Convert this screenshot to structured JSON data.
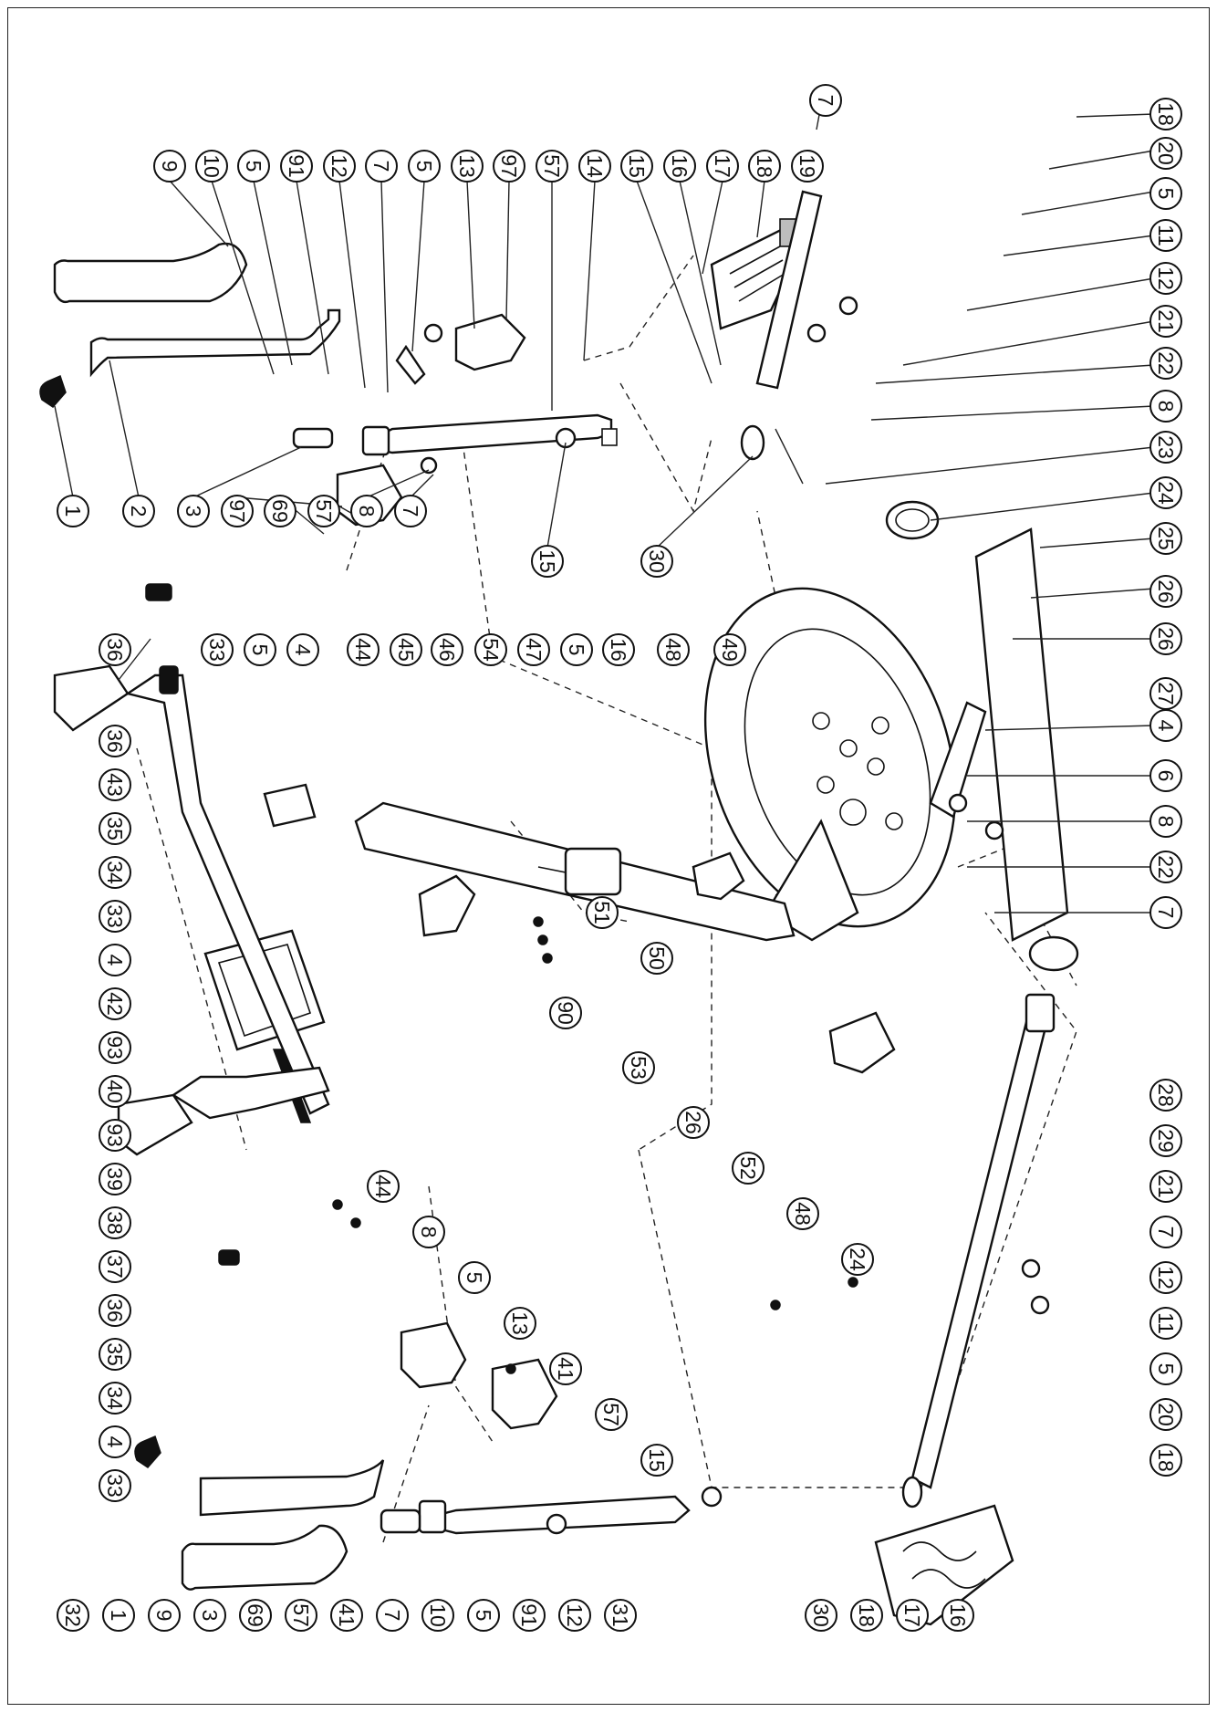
{
  "diagram": {
    "type": "exploded-parts-diagram",
    "orientation": "rotated-90-ccw",
    "callouts": [
      {
        "id": "c-r1-1",
        "label": "1"
      },
      {
        "id": "c-r1-2",
        "label": "2"
      },
      {
        "id": "c-r1-3",
        "label": "3"
      },
      {
        "id": "c-r1-4",
        "label": "97"
      },
      {
        "id": "c-r1-5",
        "label": "69"
      },
      {
        "id": "c-r1-6",
        "label": "57"
      },
      {
        "id": "c-r1-7",
        "label": "8"
      },
      {
        "id": "c-r1-8",
        "label": "7"
      },
      {
        "id": "c-t1-1",
        "label": "9"
      },
      {
        "id": "c-t1-2",
        "label": "10"
      },
      {
        "id": "c-t1-3",
        "label": "5"
      },
      {
        "id": "c-t1-4",
        "label": "91"
      },
      {
        "id": "c-t1-5",
        "label": "12"
      },
      {
        "id": "c-t1-6",
        "label": "7"
      },
      {
        "id": "c-t1-7",
        "label": "5"
      },
      {
        "id": "c-t1-8",
        "label": "13"
      },
      {
        "id": "c-t1-9",
        "label": "97"
      },
      {
        "id": "c-t1-10",
        "label": "57"
      },
      {
        "id": "c-t1-11",
        "label": "14"
      },
      {
        "id": "c-t1-12",
        "label": "15"
      },
      {
        "id": "c-t1-13",
        "label": "16"
      },
      {
        "id": "c-t1-14",
        "label": "17"
      },
      {
        "id": "c-t1-15",
        "label": "18"
      },
      {
        "id": "c-t1-16",
        "label": "19"
      },
      {
        "id": "c-t2-1",
        "label": "7"
      },
      {
        "id": "c-t2-2",
        "label": "18"
      },
      {
        "id": "c-t2-3",
        "label": "20"
      },
      {
        "id": "c-t2-4",
        "label": "5"
      },
      {
        "id": "c-t2-5",
        "label": "11"
      },
      {
        "id": "c-t2-6",
        "label": "12"
      },
      {
        "id": "c-t2-7",
        "label": "21"
      },
      {
        "id": "c-t2-8",
        "label": "22"
      },
      {
        "id": "c-t2-9",
        "label": "8"
      },
      {
        "id": "c-t2-10",
        "label": "23"
      },
      {
        "id": "c-t2-11",
        "label": "24"
      },
      {
        "id": "c-t2-12",
        "label": "25"
      },
      {
        "id": "c-t2-13",
        "label": "26"
      },
      {
        "id": "c-t2-14",
        "label": "26"
      },
      {
        "id": "c-t2-15",
        "label": "27"
      },
      {
        "id": "c-t2-16",
        "label": "4"
      },
      {
        "id": "c-t2-17",
        "label": "6"
      },
      {
        "id": "c-t2-18",
        "label": "8"
      },
      {
        "id": "c-t2-19",
        "label": "22"
      },
      {
        "id": "c-t2-20",
        "label": "7"
      },
      {
        "id": "c-m1-1",
        "label": "15"
      },
      {
        "id": "c-m1-2",
        "label": "30"
      },
      {
        "id": "c-m2-1",
        "label": "36"
      },
      {
        "id": "c-m2-2",
        "label": "33"
      },
      {
        "id": "c-m2-3",
        "label": "5"
      },
      {
        "id": "c-m2-4",
        "label": "4"
      },
      {
        "id": "c-m2-5",
        "label": "44"
      },
      {
        "id": "c-m2-6",
        "label": "45"
      },
      {
        "id": "c-m2-7",
        "label": "46"
      },
      {
        "id": "c-m2-8",
        "label": "54"
      },
      {
        "id": "c-m2-9",
        "label": "47"
      },
      {
        "id": "c-m2-10",
        "label": "5"
      },
      {
        "id": "c-m2-11",
        "label": "16"
      },
      {
        "id": "c-m2-12",
        "label": "48"
      },
      {
        "id": "c-m2-13",
        "label": "49"
      },
      {
        "id": "c-m3-1",
        "label": "36"
      },
      {
        "id": "c-m3-2",
        "label": "43"
      },
      {
        "id": "c-m3-3",
        "label": "35"
      },
      {
        "id": "c-m3-4",
        "label": "34"
      },
      {
        "id": "c-m3-5",
        "label": "33"
      },
      {
        "id": "c-m3-6",
        "label": "4"
      },
      {
        "id": "c-m3-7",
        "label": "42"
      },
      {
        "id": "c-m3-8",
        "label": "93"
      },
      {
        "id": "c-m3-9",
        "label": "40"
      },
      {
        "id": "c-m3-10",
        "label": "93"
      },
      {
        "id": "c-m3-11",
        "label": "39"
      },
      {
        "id": "c-m3-12",
        "label": "38"
      },
      {
        "id": "c-m3-13",
        "label": "37"
      },
      {
        "id": "c-m3-14",
        "label": "36"
      },
      {
        "id": "c-m3-15",
        "label": "35"
      },
      {
        "id": "c-m3-16",
        "label": "34"
      },
      {
        "id": "c-m3-17",
        "label": "4"
      },
      {
        "id": "c-m3-18",
        "label": "33"
      },
      {
        "id": "c-m4-1",
        "label": "51"
      },
      {
        "id": "c-m4-2",
        "label": "50"
      },
      {
        "id": "c-m4-3",
        "label": "90"
      },
      {
        "id": "c-m4-4",
        "label": "53"
      },
      {
        "id": "c-m4-5",
        "label": "26"
      },
      {
        "id": "c-m4-6",
        "label": "52"
      },
      {
        "id": "c-m4-7",
        "label": "48"
      },
      {
        "id": "c-m4-8",
        "label": "24"
      },
      {
        "id": "c-m5-1",
        "label": "44"
      },
      {
        "id": "c-m5-2",
        "label": "8"
      },
      {
        "id": "c-m5-3",
        "label": "5"
      },
      {
        "id": "c-m5-4",
        "label": "13"
      },
      {
        "id": "c-m5-5",
        "label": "41"
      },
      {
        "id": "c-m5-6",
        "label": "57"
      },
      {
        "id": "c-m5-7",
        "label": "15"
      },
      {
        "id": "c-b1-1",
        "label": "28"
      },
      {
        "id": "c-b1-2",
        "label": "29"
      },
      {
        "id": "c-b1-3",
        "label": "21"
      },
      {
        "id": "c-b1-4",
        "label": "7"
      },
      {
        "id": "c-b1-5",
        "label": "12"
      },
      {
        "id": "c-b1-6",
        "label": "11"
      },
      {
        "id": "c-b1-7",
        "label": "5"
      },
      {
        "id": "c-b1-8",
        "label": "20"
      },
      {
        "id": "c-b1-9",
        "label": "18"
      },
      {
        "id": "c-b2-1",
        "label": "32"
      },
      {
        "id": "c-b2-2",
        "label": "1"
      },
      {
        "id": "c-b2-3",
        "label": "9"
      },
      {
        "id": "c-b2-4",
        "label": "3"
      },
      {
        "id": "c-b2-5",
        "label": "69"
      },
      {
        "id": "c-b2-6",
        "label": "57"
      },
      {
        "id": "c-b2-7",
        "label": "41"
      },
      {
        "id": "c-b2-8",
        "label": "7"
      },
      {
        "id": "c-b2-9",
        "label": "10"
      },
      {
        "id": "c-b2-10",
        "label": "5"
      },
      {
        "id": "c-b2-11",
        "label": "91"
      },
      {
        "id": "c-b2-12",
        "label": "12"
      },
      {
        "id": "c-b2-13",
        "label": "31"
      },
      {
        "id": "c-b3-1",
        "label": "30"
      },
      {
        "id": "c-b3-2",
        "label": "18"
      },
      {
        "id": "c-b3-3",
        "label": "17"
      },
      {
        "id": "c-b3-4",
        "label": "16"
      }
    ]
  }
}
